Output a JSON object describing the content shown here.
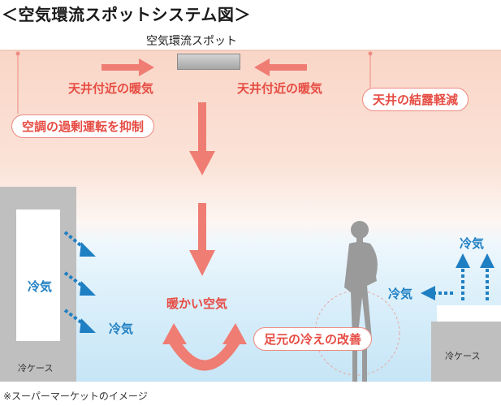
{
  "title": "＜空気環流スポットシステム図＞",
  "unit_label": "空気環流スポット",
  "warm_air_left": "天井付近の暖気",
  "warm_air_right": "天井付近の暖気",
  "benefit_ceiling_condensation": "天井の結露軽減",
  "benefit_ac_overload": "空調の過剰運転を抑制",
  "warm_air_center": "暖かい空気",
  "benefit_feet_cold": "足元の冷えの改善",
  "cold_air_left_inside": "冷気",
  "cold_air_left_outside": "冷気",
  "cold_air_right_top": "冷気",
  "cold_air_right_side": "冷気",
  "cold_case_left": "冷ケース",
  "cold_case_right": "冷ケース",
  "footnote": "※スーパーマーケットのイメージ",
  "colors": {
    "warm": "#ef7d73",
    "warm_text": "#e64c43",
    "cold": "#1f7fc3",
    "ceiling": "#f9d6c7",
    "floor": "#c6e5f6"
  }
}
